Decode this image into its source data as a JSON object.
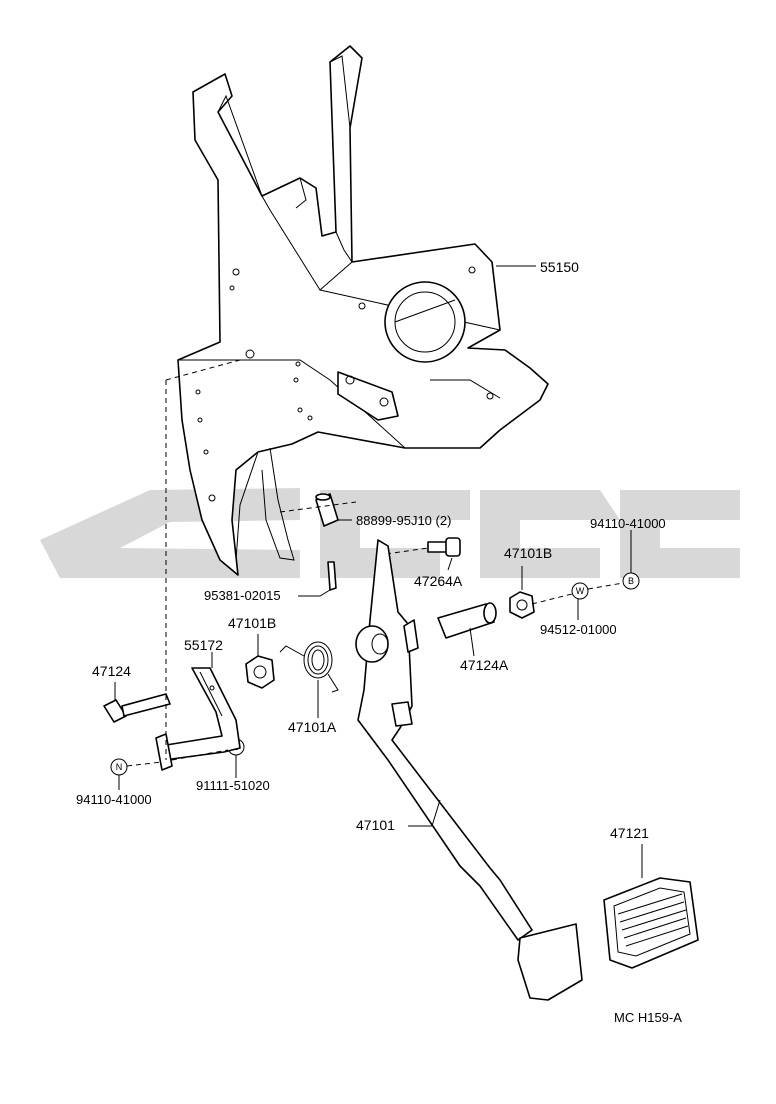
{
  "diagram": {
    "code": "MC H159-A",
    "parts": {
      "bracket": "55150",
      "pin": "88899-95J10 (2)",
      "clip_pin": "95381-02015",
      "bolt_upper": "47264A",
      "bushing_right": "47101B",
      "nut_right": "94110-41000",
      "washer_right": "94512-01000",
      "collar": "47124A",
      "bushing_left": "47101B",
      "stopper_bracket": "55172",
      "bolt_lower": "47124",
      "nut_left": "94110-41000",
      "bolt_left": "91111-51020",
      "spring": "47101A",
      "pedal": "47101",
      "pad": "47121"
    },
    "symbols": {
      "b": "B",
      "w": "W",
      "n": "N"
    }
  }
}
